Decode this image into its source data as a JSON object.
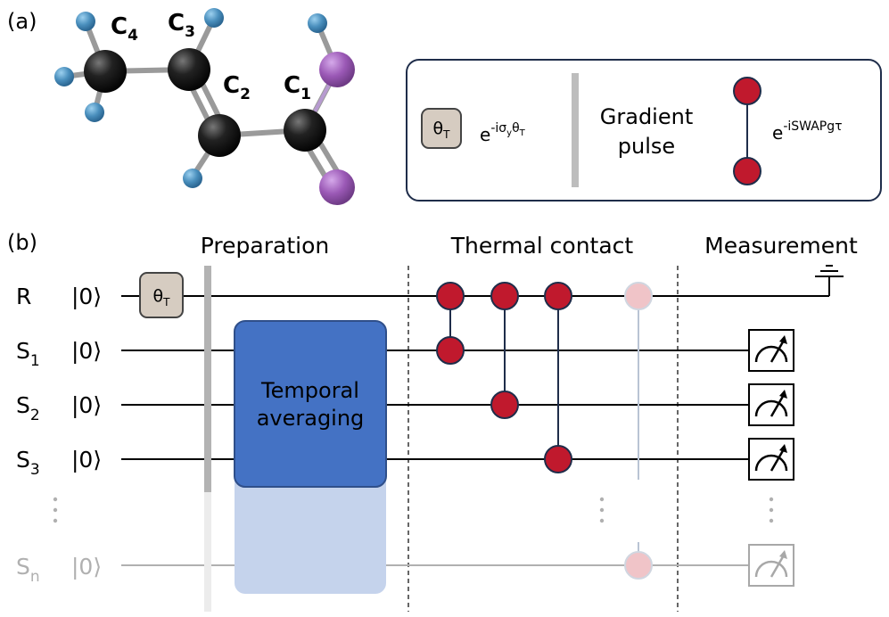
{
  "panel_a": {
    "label": "(a)",
    "carbons": [
      {
        "base": "C",
        "sub": "4"
      },
      {
        "base": "C",
        "sub": "3"
      },
      {
        "base": "C",
        "sub": "2"
      },
      {
        "base": "C",
        "sub": "1"
      }
    ]
  },
  "legend": {
    "rotation_gate_base": "θ",
    "rotation_gate_sub": "T",
    "rotation_expr": {
      "e": "e",
      "sup1": "-iσ",
      "sup_sub1": "y",
      "sup2": "θ",
      "sup_sub2": "T"
    },
    "gradient_line1": "Gradient",
    "gradient_line2": "pulse",
    "iswap_expr": {
      "e": "e",
      "sup": "-iSWAPgτ"
    }
  },
  "panel_b": {
    "label": "(b)",
    "sections": {
      "preparation": "Preparation",
      "thermal": "Thermal contact",
      "measurement": "Measurement"
    },
    "ket": "|0⟩",
    "qubits": [
      {
        "base": "R",
        "sub": ""
      },
      {
        "base": "S",
        "sub": "1"
      },
      {
        "base": "S",
        "sub": "2"
      },
      {
        "base": "S",
        "sub": "3"
      },
      {
        "base": "S",
        "sub": "n"
      }
    ],
    "averaging_line1": "Temporal",
    "averaging_line2": "averaging",
    "gate_base": "θ",
    "gate_sub": "T"
  },
  "colors": {
    "red": "#c0192d",
    "faded_red": "#f0c4c8",
    "blue": "#4472c4",
    "light_blue": "#c5d3ec",
    "gate_fill": "#d6ccc1",
    "hydrogen": "#4a8fbd",
    "iodine": "#9b59b6",
    "carbon": "#1a1a1a"
  }
}
